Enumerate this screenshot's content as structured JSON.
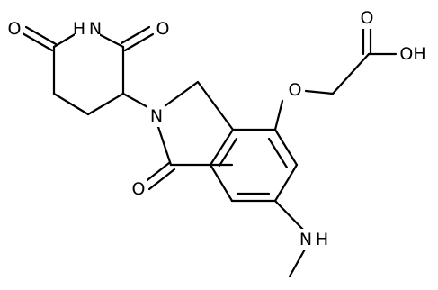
{
  "molecule": {
    "atoms": {
      "O_imide_left": "O",
      "NH_imide": "H N",
      "O_imide_right": "O",
      "N_lactam": "N",
      "O_lactam": "O",
      "O_ether": "O",
      "O_acid_carbonyl": "O",
      "OH_acid": "OH",
      "NH_amine": "N H"
    }
  }
}
